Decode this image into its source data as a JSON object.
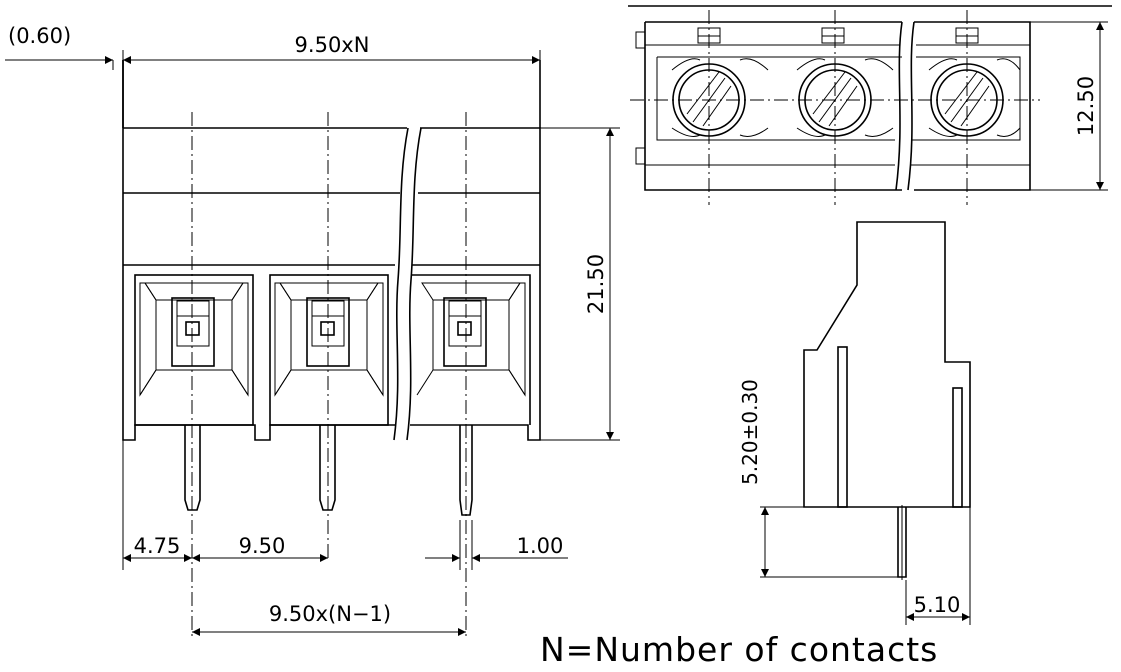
{
  "dimensions": {
    "offset": "(0.60)",
    "width_total": "9.50xN",
    "height_front": "21.50",
    "height_top": "12.50",
    "pin_edge": "4.75",
    "pitch": "9.50",
    "pin_width": "1.00",
    "pin_span": "9.50x(N−1)",
    "pin_length": "5.20±0.30",
    "pin_offset": "5.10"
  },
  "note": "N=Number of contacts"
}
